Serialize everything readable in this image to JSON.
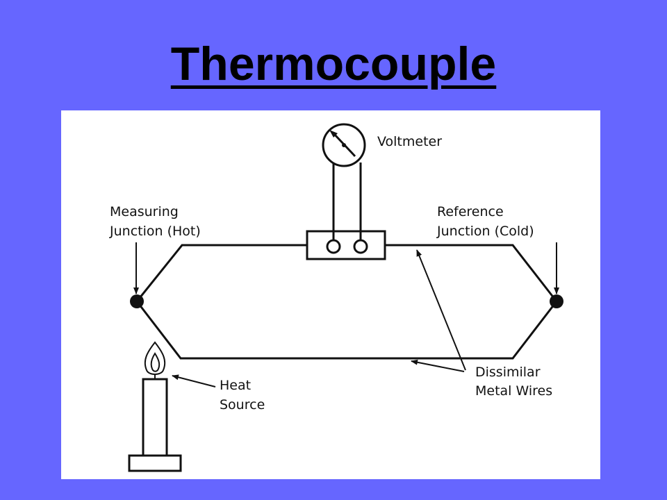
{
  "slide": {
    "title": "Thermocouple",
    "background_color": "#6666ff"
  },
  "diagram": {
    "labels": {
      "voltmeter": "Voltmeter",
      "measuring_junction_line1": "Measuring",
      "measuring_junction_line2": "Junction (Hot)",
      "reference_junction_line1": "Reference",
      "reference_junction_line2": "Junction (Cold)",
      "heat_source_line1": "Heat",
      "heat_source_line2": "Source",
      "wires_line1": "Dissimilar",
      "wires_line2": "Metal Wires"
    }
  }
}
